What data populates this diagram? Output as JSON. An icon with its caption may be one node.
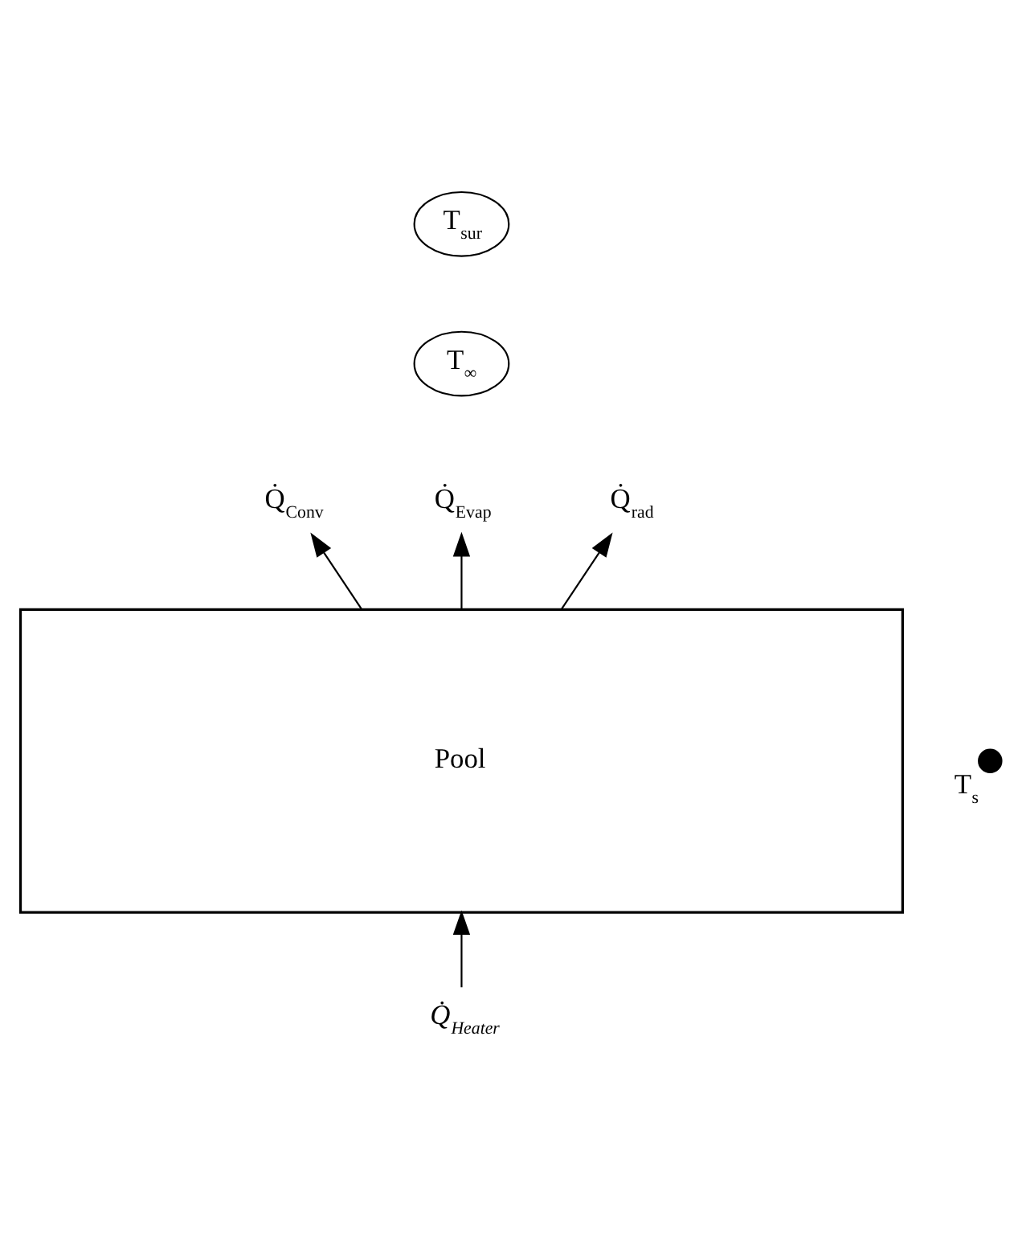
{
  "diagram": {
    "nodes": [
      {
        "text": [
          "T$_{sur}$"
        ]
      },
      {
        "text": [
          "T$_{∞}$"
        ]
      },
      {
        "text": [
          "Q̇$_{Conv}$"
        ]
      },
      {
        "text": [
          "Q̇$_{Evap}$"
        ]
      },
      {
        "text": [
          "Q̇$_{rad}$"
        ]
      },
      {
        "text": [
          "Pool"
        ]
      },
      {
        "text": [],
        "shape": "circle",
        "beside": [
          "T$_{s}$"
        ]
      },
      {
        "text": [
          "Q̇$_{Heater}$"
        ]
      }
    ],
    "edges": [
      {
        "from": 5,
        "to": 2,
        "arrow": "to"
      },
      {
        "from": 5,
        "to": 3,
        "arrow": "to"
      },
      {
        "from": 5,
        "to": 4,
        "arrow": "to"
      },
      {
        "from": 7,
        "to": 5,
        "arrow": "to"
      }
    ]
  }
}
